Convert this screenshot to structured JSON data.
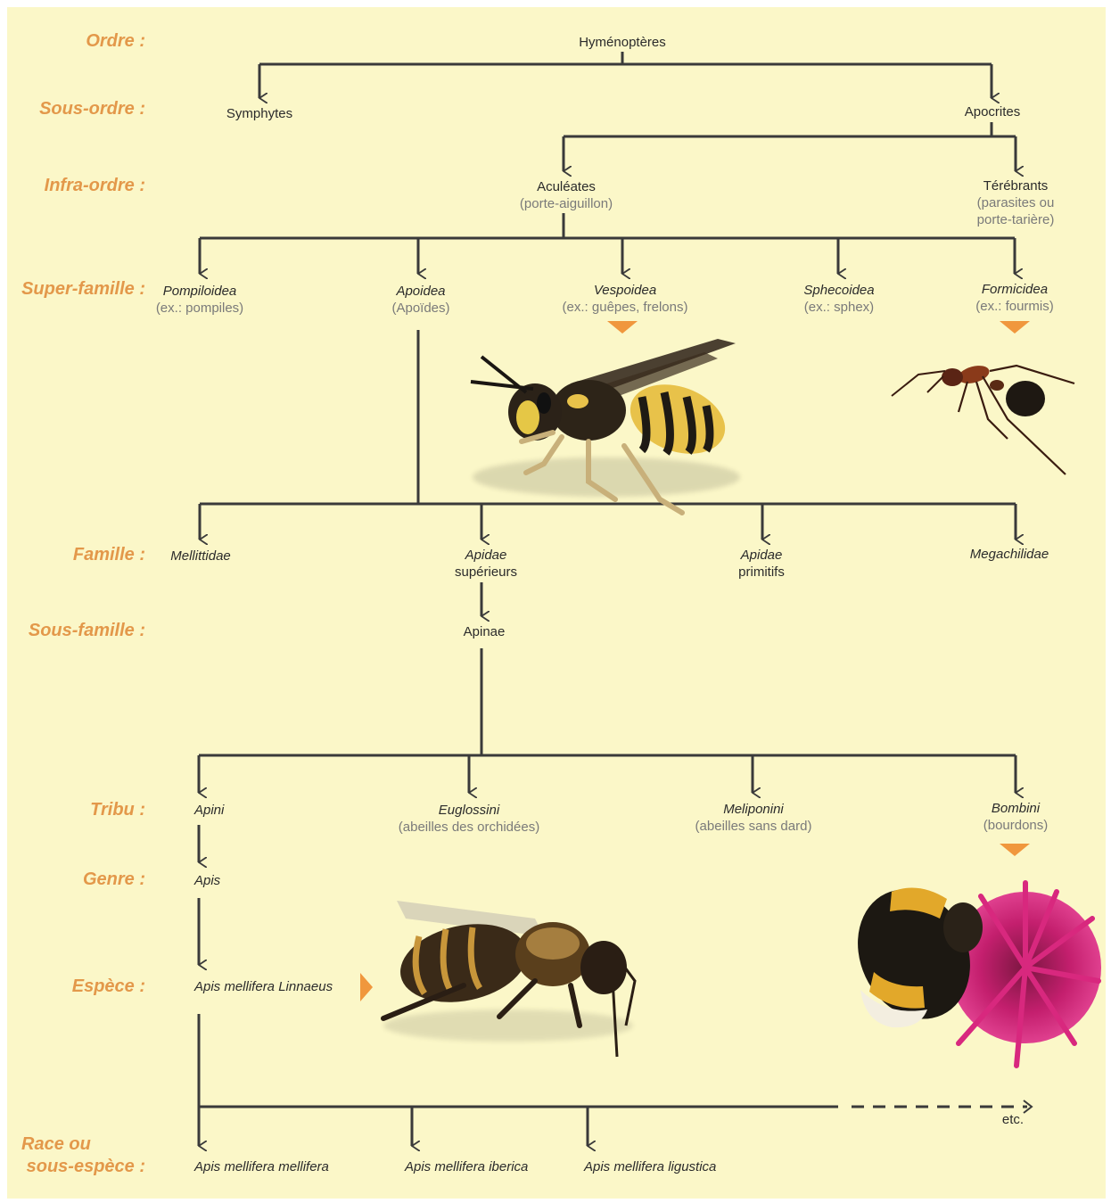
{
  "ranks": {
    "ordre": "Ordre :",
    "sous_ordre": "Sous-ordre :",
    "infra_ordre": "Infra-ordre :",
    "super_famille": "Super-famille :",
    "famille": "Famille :",
    "sous_famille": "Sous-famille :",
    "tribu": "Tribu :",
    "genre": "Genre :",
    "espece": "Espèce :",
    "race_line1": "Race ou",
    "race_line2": "sous-espèce :"
  },
  "nodes": {
    "hymenopteres": "Hyménoptères",
    "symphytes": "Symphytes",
    "apocrites": "Apocrites",
    "aculeates": {
      "name": "Aculéates",
      "note": "(porte-aiguillon)"
    },
    "terebrants": {
      "name": "Térébrants",
      "note1": "(parasites ou",
      "note2": "porte-tarière)"
    },
    "pompiloidea": {
      "name": "Pompiloidea",
      "note": "(ex.: pompiles)"
    },
    "apoidea": {
      "name": "Apoidea",
      "note": "(Apoïdes)"
    },
    "vespoidea": {
      "name": "Vespoidea",
      "note": "(ex.: guêpes, frelons)"
    },
    "sphecoidea": {
      "name": "Sphecoidea",
      "note": "(ex.: sphex)"
    },
    "formicidea": {
      "name": "Formicidea",
      "note": "(ex.: fourmis)"
    },
    "mellittidae": "Mellittidae",
    "apidae_sup": {
      "name": "Apidae",
      "note": "supérieurs"
    },
    "apidae_prim": {
      "name": "Apidae",
      "note": "primitifs"
    },
    "megachilidae": "Megachilidae",
    "apinae": "Apinae",
    "apini": "Apini",
    "euglossini": {
      "name": "Euglossini",
      "note": "(abeilles des orchidées)"
    },
    "meliponini": {
      "name": "Meliponini",
      "note": "(abeilles sans dard)"
    },
    "bombini": {
      "name": "Bombini",
      "note": "(bourdons)"
    },
    "apis": "Apis",
    "apis_mellifera": "Apis mellifera Linnaeus",
    "ssp_mellifera": "Apis mellifera mellifera",
    "ssp_iberica": "Apis mellifera iberica",
    "ssp_ligustica": "Apis mellifera ligustica",
    "etc": "etc."
  },
  "colors": {
    "background": "#fbf7c8",
    "rank_label": "#e3984a",
    "pointer": "#f0973d",
    "line": "#3a3a3a"
  },
  "images": [
    "wasp",
    "ant",
    "honeybee",
    "bumblebee-on-flower"
  ]
}
